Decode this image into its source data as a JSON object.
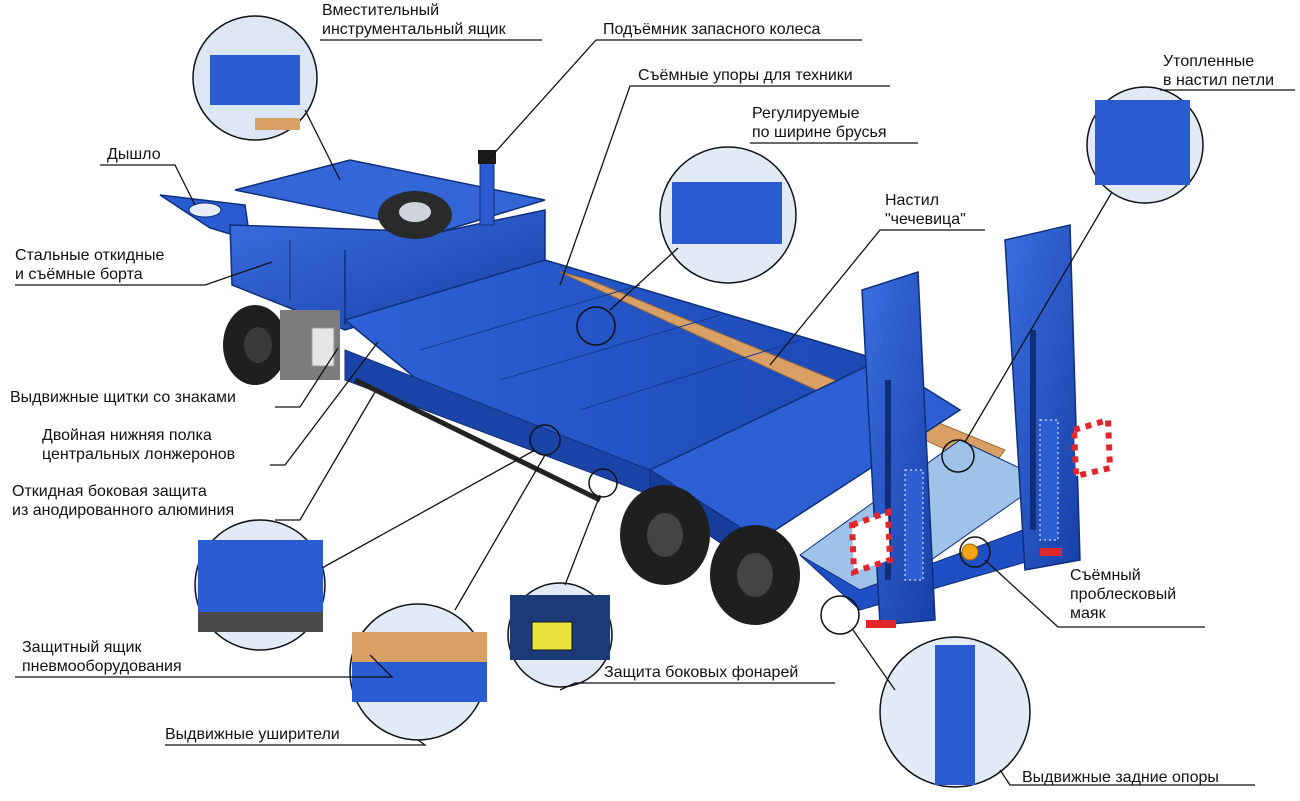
{
  "colors": {
    "trailer_blue": "#1f4fc4",
    "trailer_dark": "#123a8f",
    "deck_wood": "#d9a066",
    "leader_line": "#111111",
    "warning_red": "#e0262a"
  },
  "callouts": {
    "tool_box": [
      "Вместительный",
      "инструментальный ящик"
    ],
    "spare_wheel_lift": [
      "Подъёмник запасного колеса"
    ],
    "removable_stops": [
      "Съёмные упоры для техники"
    ],
    "adjustable_beams": [
      "Регулируемые",
      "по ширине брусья"
    ],
    "recessed_loops": [
      "Утопленные",
      "в настил петли"
    ],
    "drawbar": [
      "Дышло"
    ],
    "deck": [
      "Настил",
      "\"чечевица\""
    ],
    "side_boards": [
      "Стальные откидные",
      "и съёмные борта"
    ],
    "sign_shields": [
      "Выдвижные щитки со знаками"
    ],
    "lower_shelf": [
      "Двойная нижняя полка",
      "центральных лонжеронов"
    ],
    "side_protection": [
      "Откидная боковая защита",
      "из анодированного алюминия"
    ],
    "beacon": [
      "Съёмный",
      "проблесковый",
      "маяк"
    ],
    "air_box": [
      "Защитный ящик",
      "пневмооборудования"
    ],
    "light_guard": [
      "Защита боковых фонарей"
    ],
    "extenders": [
      "Выдвижные уширители"
    ],
    "rear_supports": [
      "Выдвижные задние опоры"
    ]
  }
}
